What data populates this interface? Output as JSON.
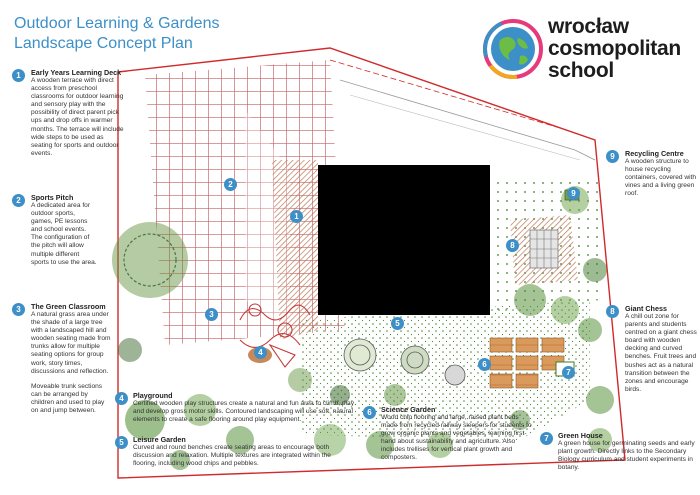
{
  "title": {
    "line1": "Outdoor Learning & Gardens",
    "line2": "Landscape Concept Plan"
  },
  "logo": {
    "line1": "wrocław",
    "line2": "cosmopolitan",
    "line3": "school",
    "icon": "globe-icon"
  },
  "colors": {
    "accent": "#3d8fc7",
    "boundary": "#d12a2a",
    "building": "#000000",
    "planting": "#3f7a2a"
  },
  "notes": [
    {
      "num": "1",
      "heading": "Early Years Learning Deck",
      "text": "A wooden terrace with direct access from preschool classrooms for outdoor learning and sensory play with the possibility of direct parent pick ups and drop offs in warmer months. The terrace will include wide steps to be used as seating for sports and outdoor events."
    },
    {
      "num": "2",
      "heading": "Sports Pitch",
      "text": "A dedicated area for outdoor sports, games, PE lessons and school events. The configuration of the pitch will allow multiple different sports to use the area."
    },
    {
      "num": "3",
      "heading": "The Green Classroom",
      "text": "A natural grass area under the shade of a large tree with a landscaped hill and wooden seating made from trunks allow for multiple seating options for group work, story times, discussions and reflection.",
      "text2": "Moveable trunk sections can be arranged by children and used to play on and jump between."
    },
    {
      "num": "4",
      "heading": "Playground",
      "text": "Certified wooden play structures create a natural and fun area to climb, play and develop gross motor skills. Contoured landscaping will use soft, natural elements to create a safe flooring around play equipment."
    },
    {
      "num": "5",
      "heading": "Leisure Garden",
      "text": "Curved and round benches create seating areas to encourage both discussion and relaxation. Multiple textures are integrated within the flooring, including wood chips and pebbles."
    },
    {
      "num": "6",
      "heading": "Science Garden",
      "text": "Wood chip flooring and large, raised plant beds made from recycled railway sleepers for students to grow organic plants and vegetables, learning first-hand about sustainability and agriculture. Also includes trellises for vertical plant growth and composters."
    },
    {
      "num": "7",
      "heading": "Green House",
      "text": "A green house for germinating seeds and early plant growth. Directly links to the Secondary Biology curriculum and student experiments in botany."
    },
    {
      "num": "8",
      "heading": "Giant Chess",
      "text": "A chill out zone for parents and students centred on a giant chess board with wooden decking and curved benches. Fruit trees and bushes act as a natural transition between the zones and encourage birds."
    },
    {
      "num": "9",
      "heading": "Recycling Centre",
      "text": "A wooden structure to house recycling containers, covered with vines and a living green roof."
    }
  ],
  "markers": [
    "1",
    "2",
    "3",
    "4",
    "5",
    "6",
    "7",
    "8",
    "9"
  ]
}
